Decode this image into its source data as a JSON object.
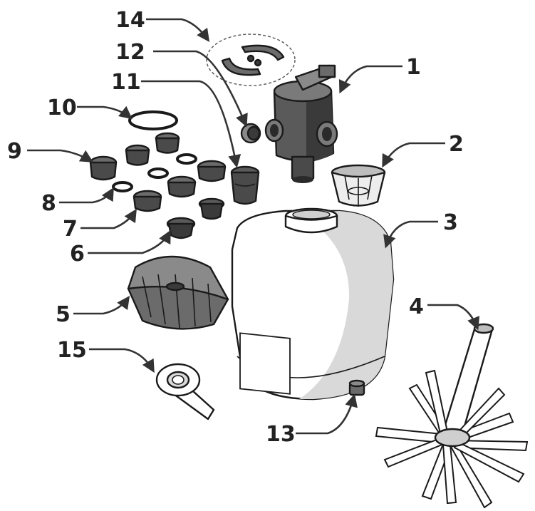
{
  "callouts": [
    {
      "label": "1"
    },
    {
      "label": "2"
    },
    {
      "label": "3"
    },
    {
      "label": "4"
    },
    {
      "label": "5"
    },
    {
      "label": "6"
    },
    {
      "label": "7"
    },
    {
      "label": "8"
    },
    {
      "label": "9"
    },
    {
      "label": "10"
    },
    {
      "label": "11"
    },
    {
      "label": "12"
    },
    {
      "label": "13"
    },
    {
      "label": "14"
    },
    {
      "label": "15"
    }
  ],
  "colors": {
    "line": "#1a1a1a",
    "tank_fill": "#ffffff",
    "tank_shade": "#d9d9d9",
    "dark_part": "#3a3a3a",
    "mid_part": "#6b6b6b"
  }
}
